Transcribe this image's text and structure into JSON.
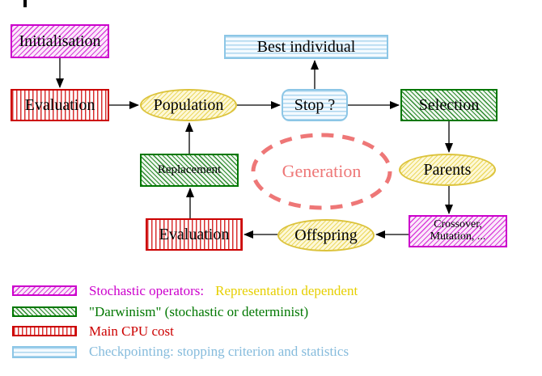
{
  "nodes": {
    "initialisation": {
      "label": "Initialisation"
    },
    "evaluation_top": {
      "label": "Evaluation"
    },
    "population": {
      "label": "Population"
    },
    "stop": {
      "label": "Stop ?"
    },
    "best_individual": {
      "label": "Best individual"
    },
    "selection": {
      "label": "Selection"
    },
    "parents": {
      "label": "Parents"
    },
    "crossover_mutation": {
      "line1": "Crossover,",
      "line2": "Mutation, ..."
    },
    "offspring": {
      "label": "Offspring"
    },
    "evaluation_bottom": {
      "label": "Evaluation"
    },
    "replacement": {
      "label": "Replacement"
    },
    "generation": {
      "label": "Generation"
    }
  },
  "legend": {
    "items": [
      {
        "swatch": "magenta-diagonal-hatch",
        "parts": [
          {
            "text": "Stochastic operators:",
            "color_key": "magenta"
          },
          {
            "text": "Representation dependent",
            "color_key": "yellow"
          }
        ]
      },
      {
        "swatch": "green-diagonal-hatch",
        "parts": [
          {
            "text": "\"Darwinism\" (stochastic or determinist)",
            "color_key": "green"
          }
        ]
      },
      {
        "swatch": "red-vertical-stripes",
        "parts": [
          {
            "text": "Main CPU cost",
            "color_key": "red"
          }
        ]
      },
      {
        "swatch": "cyan-horizontal-stripes",
        "parts": [
          {
            "text": "Checkpointing: stopping criterion and statistics",
            "color_key": "cyan"
          }
        ]
      }
    ]
  },
  "colors": {
    "magenta": "#cc00cc",
    "yellow": "#e6cf00",
    "green": "#007700",
    "red": "#cc0000",
    "cyan": "#85bbdc",
    "salmon": "#ee7777",
    "arrow": "#000000"
  }
}
